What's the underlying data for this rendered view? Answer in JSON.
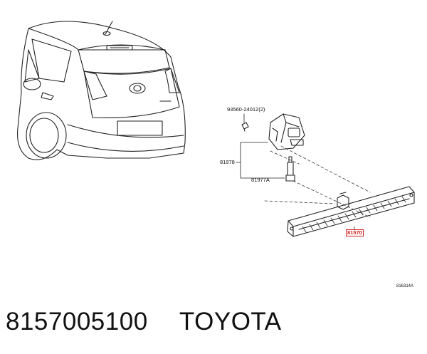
{
  "callouts": {
    "bolt": "93560-24012(2)",
    "socket": "81978",
    "bulb": "81977A",
    "lamp": "81570",
    "illustration_ref": "816314A"
  },
  "caption": {
    "part_number": "8157005100",
    "brand": "TOYOTA"
  },
  "colors": {
    "highlight": "#d0211f",
    "line": "#222222"
  }
}
